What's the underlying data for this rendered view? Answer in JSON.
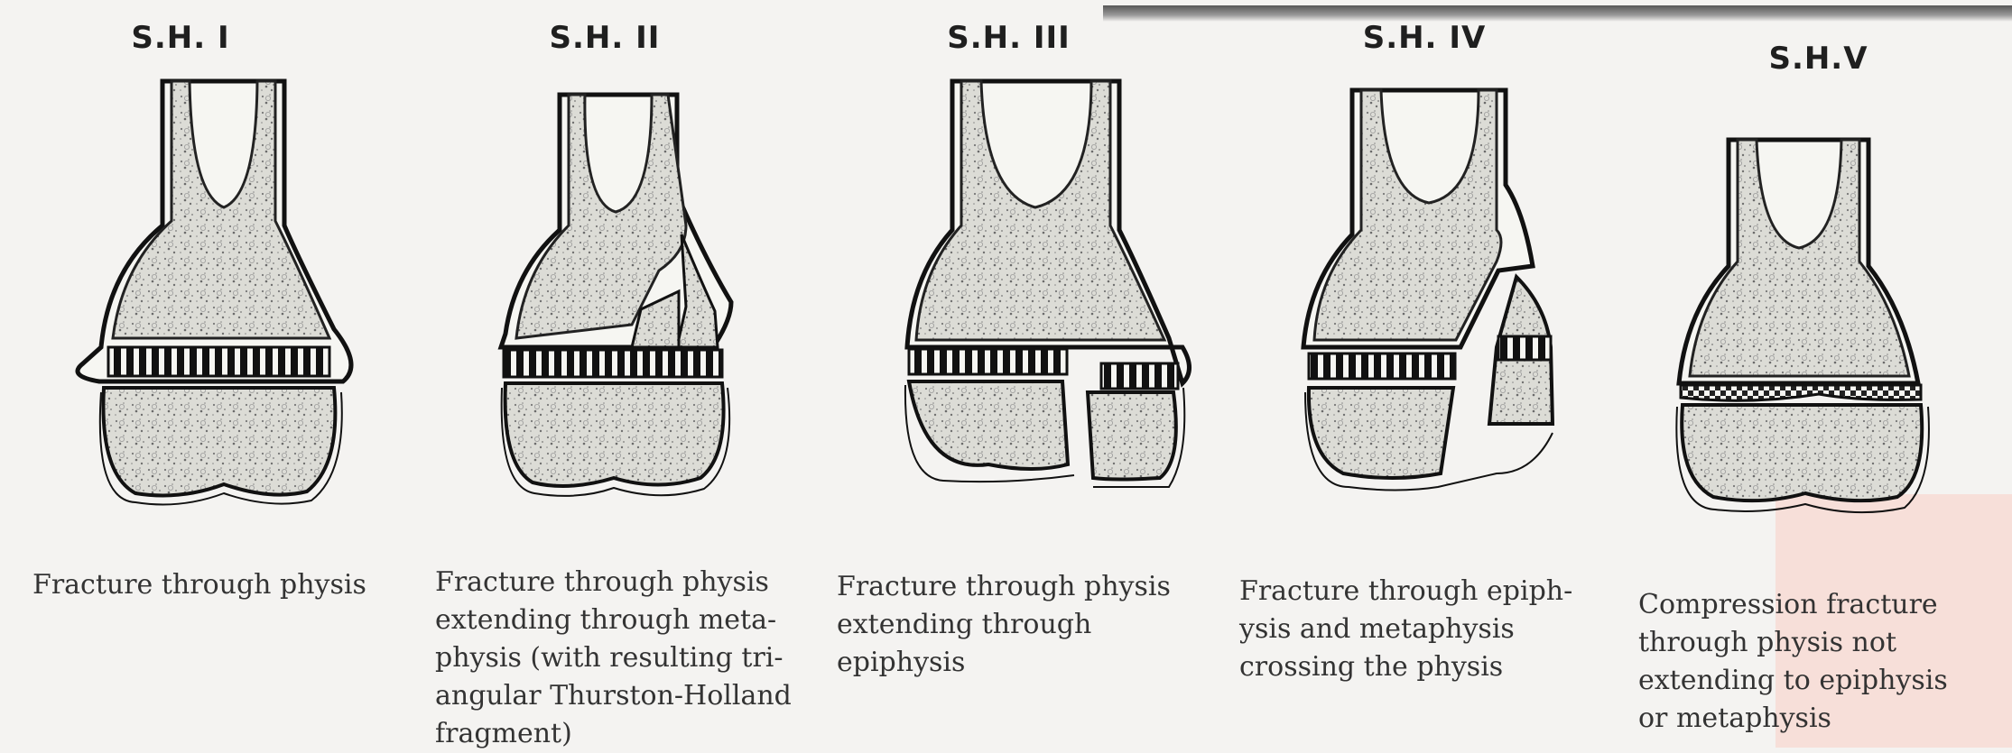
{
  "panels": [
    {
      "title": "S.H. I",
      "caption": [
        "Fracture through physis"
      ]
    },
    {
      "title": "S.H. II",
      "caption": [
        "Fracture through physis",
        "extending through meta-",
        "physis (with resulting tri-",
        "angular Thurston-Holland",
        "fragment)"
      ]
    },
    {
      "title": "S.H. III",
      "caption": [
        "Fracture through physis",
        "extending through",
        "epiphysis"
      ]
    },
    {
      "title": "S.H. IV",
      "caption": [
        "Fracture through epiph-",
        "ysis and metaphysis",
        "crossing the physis"
      ]
    },
    {
      "title": "S.H.V",
      "caption": [
        "Compression fracture",
        "through physis not",
        "extending to epiphysis",
        "or metaphysis"
      ]
    }
  ]
}
